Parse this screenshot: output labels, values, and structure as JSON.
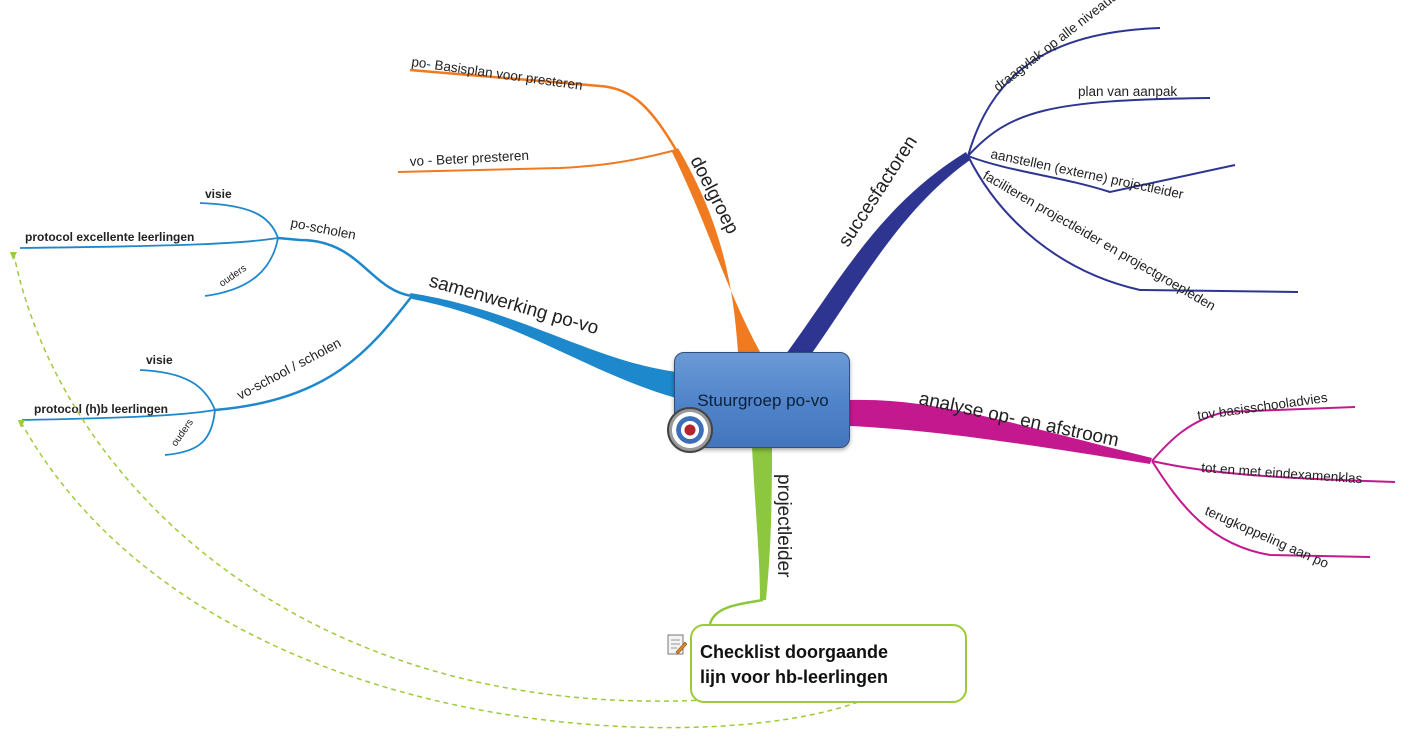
{
  "central": {
    "title": "Stuurgroep po-vo"
  },
  "colors": {
    "doelgroep": "#f07a1f",
    "succesfactoren": "#2e3591",
    "samenwerking": "#1e88cc",
    "analyse": "#c4198e",
    "projectleider": "#8dc63f",
    "checklist_border": "#9ccb3a"
  },
  "branches": {
    "doelgroep": {
      "label": "doelgroep",
      "children": [
        "po- Basisplan voor presteren",
        "vo - Beter presteren"
      ]
    },
    "succesfactoren": {
      "label": "succesfactoren",
      "children": [
        "draagvlak op alle niveaus",
        "plan van aanpak",
        "aanstellen (externe) projectleider",
        "faciliteren projectleider en projectgroepleden"
      ]
    },
    "samenwerking": {
      "label": "samenwerking po-vo",
      "po_scholen": {
        "label": "po-scholen",
        "children": [
          "visie",
          "protocol excellente leerlingen",
          "ouders"
        ]
      },
      "vo_school": {
        "label": "vo-school / scholen",
        "children": [
          "visie",
          "protocol (h)b leerlingen",
          "ouders"
        ]
      }
    },
    "analyse": {
      "label": "analyse op- en afstroom",
      "children": [
        "tov basisschooladvies",
        "tot en met eindexamenklas",
        "terugkoppeling aan po"
      ]
    },
    "projectleider": {
      "label": "projectleider",
      "callout": "Checklist doorgaande\nlijn voor hb-leerlingen"
    }
  }
}
